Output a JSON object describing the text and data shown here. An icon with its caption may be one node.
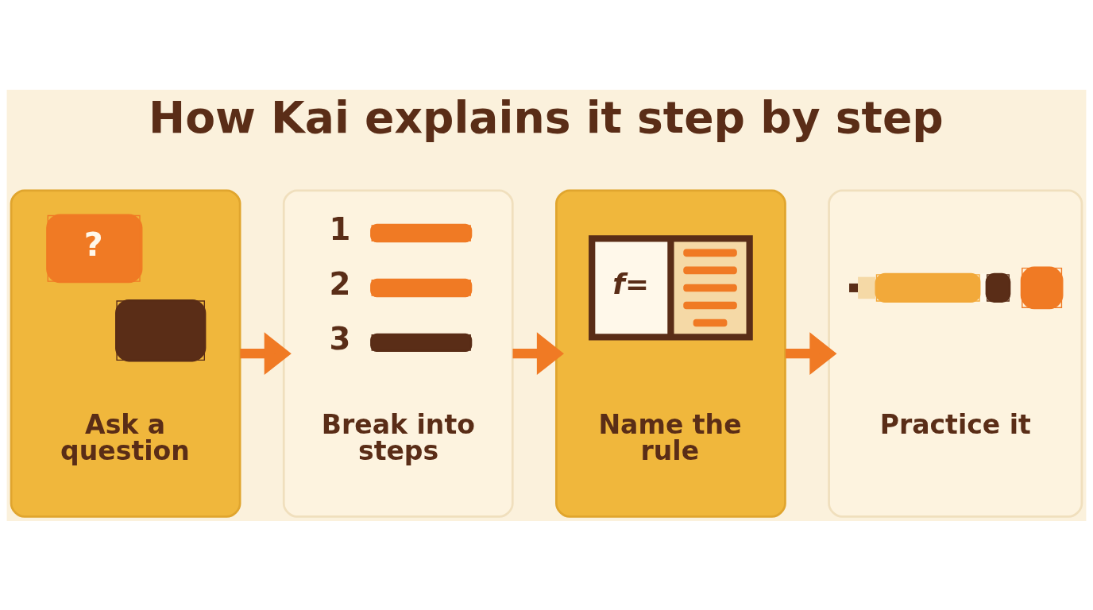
{
  "diagram": {
    "title": "How Kai explains it step by step",
    "nodes": [
      {
        "text": [
          "?",
          "Ask a question"
        ]
      },
      {
        "text": [
          "1",
          "2",
          "3",
          "Break into steps"
        ]
      },
      {
        "text": [
          "f=",
          "Name the rule"
        ]
      },
      {
        "text": [
          "Practice it"
        ]
      }
    ],
    "edges": [
      {
        "from": 0,
        "to": 1,
        "arrow": "to"
      },
      {
        "from": 1,
        "to": 2,
        "arrow": "to"
      },
      {
        "from": 2,
        "to": 3,
        "arrow": "to"
      }
    ]
  }
}
